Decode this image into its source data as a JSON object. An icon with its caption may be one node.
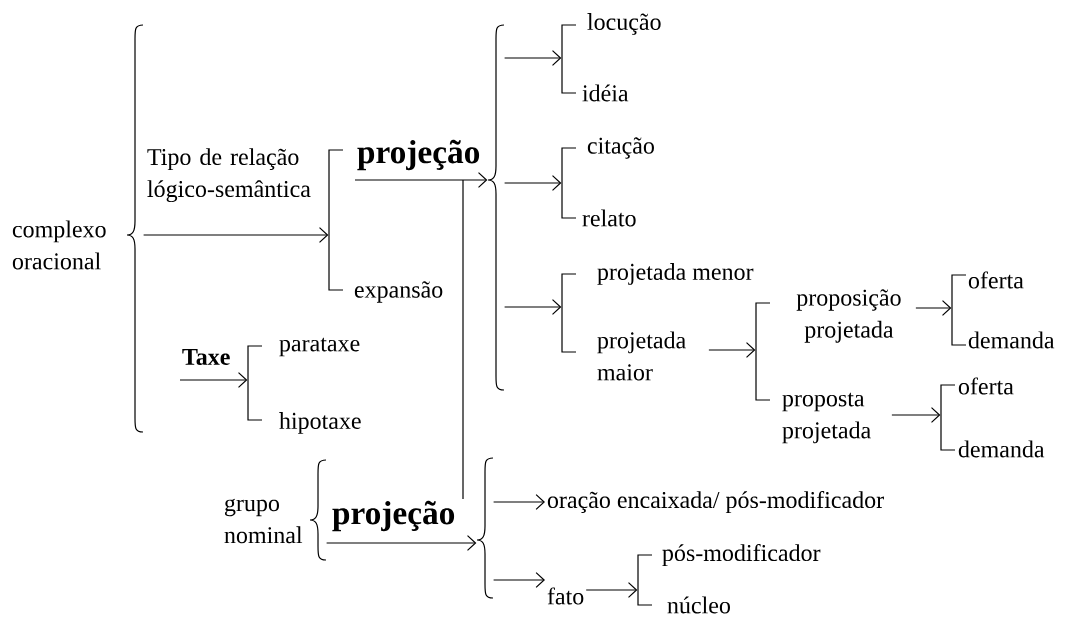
{
  "diagram": {
    "nodes": [
      {
        "text": [
          "complexo oracional"
        ]
      },
      {
        "text": [],
        "shape": "brace"
      },
      {
        "text": [],
        "shape": "bracket"
      },
      {
        "text": [
          "projeção"
        ]
      },
      {
        "text": [
          "expansão"
        ]
      },
      {
        "text": [
          "Taxe"
        ]
      },
      {
        "text": [],
        "shape": "bracket"
      },
      {
        "text": [
          "parataxe"
        ]
      },
      {
        "text": [
          "hipotaxe"
        ]
      },
      {
        "text": [],
        "shape": "brace"
      },
      {
        "text": [],
        "shape": "bracket"
      },
      {
        "text": [
          "locução"
        ]
      },
      {
        "text": [
          "idéia"
        ]
      },
      {
        "text": [],
        "shape": "bracket"
      },
      {
        "text": [
          "citação"
        ]
      },
      {
        "text": [
          "relato"
        ]
      },
      {
        "text": [],
        "shape": "bracket"
      },
      {
        "text": [
          "projetada menor"
        ]
      },
      {
        "text": [
          "projetada maior"
        ]
      },
      {
        "text": [],
        "shape": "bracket"
      },
      {
        "text": [
          "proposição projetada"
        ]
      },
      {
        "text": [],
        "shape": "bracket"
      },
      {
        "text": [
          "oferta"
        ]
      },
      {
        "text": [
          "demanda"
        ]
      },
      {
        "text": [
          "proposta projetada"
        ]
      },
      {
        "text": [],
        "shape": "bracket"
      },
      {
        "text": [
          "oferta"
        ]
      },
      {
        "text": [
          "demanda"
        ]
      },
      {
        "text": [
          "grupo nominal"
        ]
      },
      {
        "text": [],
        "shape": "brace"
      },
      {
        "text": [
          "projeção"
        ]
      },
      {
        "text": [],
        "shape": "brace"
      },
      {
        "text": [
          "oração encaixada/ pós-modificador"
        ]
      },
      {
        "text": [
          "fato"
        ]
      },
      {
        "text": [],
        "shape": "bracket"
      },
      {
        "text": [
          "pós-modificador"
        ]
      },
      {
        "text": [
          "núcleo"
        ]
      }
    ],
    "edges": [
      {
        "from": 1,
        "to": 2,
        "arrow": "to",
        "label": "Tipo de relação lógico-semântica"
      },
      {
        "from": 3,
        "to": 9,
        "arrow": "to"
      },
      {
        "from": 5,
        "to": 6,
        "arrow": "to"
      },
      {
        "from": 9,
        "to": 10,
        "arrow": "to"
      },
      {
        "from": 9,
        "to": 13,
        "arrow": "to"
      },
      {
        "from": 9,
        "to": 16,
        "arrow": "to"
      },
      {
        "from": 18,
        "to": 19,
        "arrow": "to"
      },
      {
        "from": 20,
        "to": 21,
        "arrow": "to"
      },
      {
        "from": 24,
        "to": 25,
        "arrow": "to"
      },
      {
        "from": 29,
        "to": 31,
        "arrow": "to"
      },
      {
        "from": 31,
        "to": 32,
        "arrow": "to"
      },
      {
        "from": 31,
        "to": 33,
        "arrow": "to"
      },
      {
        "from": 33,
        "to": 34,
        "arrow": "to"
      },
      {
        "from": 3,
        "to": 30,
        "arrow": "none"
      }
    ]
  }
}
